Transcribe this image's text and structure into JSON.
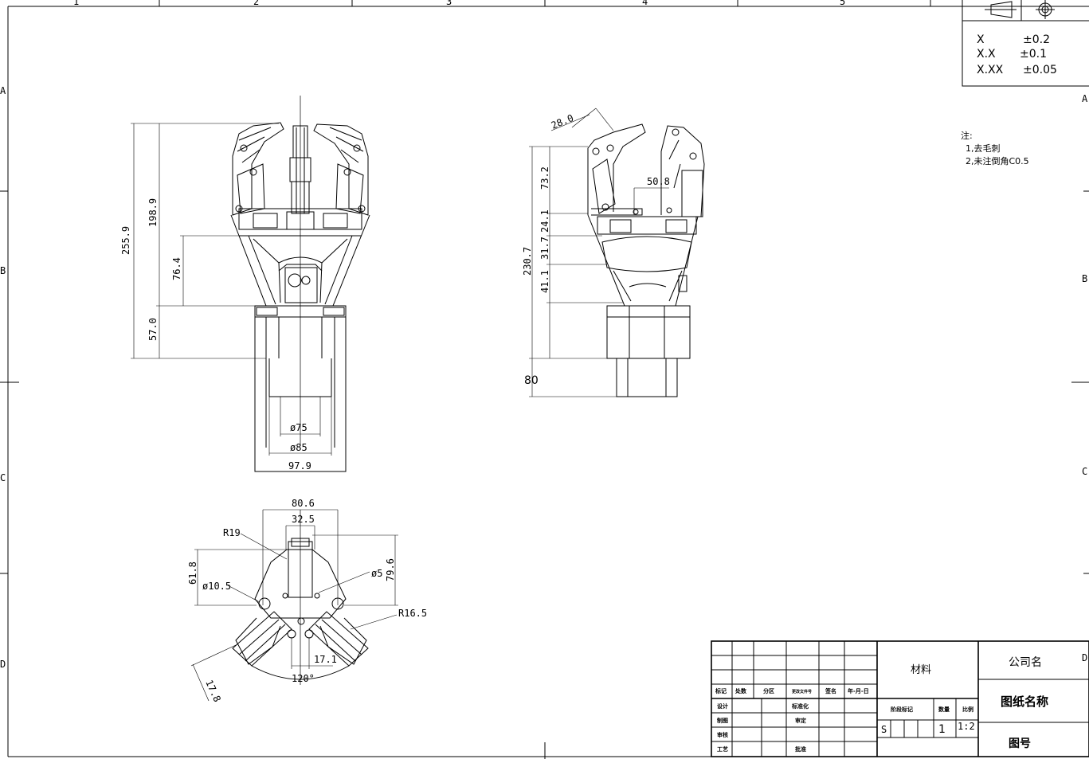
{
  "tolerances": {
    "rows": [
      {
        "label": "X",
        "value": "±0.2"
      },
      {
        "label": "X.X",
        "value": "±0.1"
      },
      {
        "label": "X.XX",
        "value": "±0.05"
      }
    ]
  },
  "notes": {
    "heading": "注:",
    "items": [
      "1,去毛刺",
      "2,未注倒角C0.5"
    ]
  },
  "front_view": {
    "dims": {
      "overall_height": "255.9",
      "upper_height": "198.9",
      "middle_height": "76.4",
      "base_height": "57.0",
      "dia_inner": "ø75",
      "dia_outer": "ø85",
      "width": "97.9"
    }
  },
  "side_view": {
    "dims": {
      "finger_tip": "28.0",
      "offset": "50.8",
      "h1": "73.2",
      "h2": "24.1",
      "h3": "31.7",
      "h4": "41.1",
      "total": "230.7",
      "bottom": "80"
    }
  },
  "top_view": {
    "dims": {
      "width_outer": "80.6",
      "width_inner": "32.5",
      "radius_small": "R19",
      "dia_hole": "ø10.5",
      "height_left": "61.8",
      "dia_small": "ø5",
      "height_right": "79.6",
      "radius_large": "R16.5",
      "gap": "17.1",
      "angle": "120°",
      "slant": "17.8"
    }
  },
  "title_block": {
    "material_label": "材料",
    "company": "公司名",
    "drawing_name": "图纸名称",
    "drawing_number": "图号",
    "headers": [
      "标记",
      "处数",
      "分区",
      "更改文件号",
      "签名",
      "年-月-日"
    ],
    "roles": [
      "设计",
      "制图",
      "审核",
      "工艺"
    ],
    "mid_roles": [
      "标准化",
      "审定",
      "批准"
    ],
    "stage_headers": [
      "阶段标记",
      "数量",
      "比例"
    ],
    "stage_value": "S",
    "quantity": "1",
    "scale": "1:2"
  },
  "border": {
    "top_zones": [
      "1",
      "2",
      "3",
      "4",
      "5"
    ],
    "side_zones": [
      "A",
      "B",
      "C",
      "D"
    ]
  }
}
